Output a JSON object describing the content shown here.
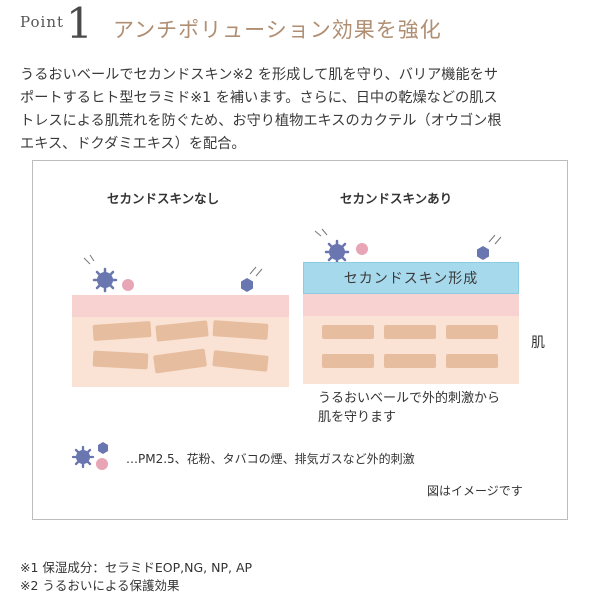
{
  "header": {
    "point_label": "Point",
    "point_number": "1",
    "title": "アンチポリューション効果を強化"
  },
  "intro_lines": [
    "うるおいベールでセカンドスキン※2 を形成して肌を守り、バリア機能をサ",
    "ポートするヒト型セラミド※1 を補います。さらに、日中の乾燥などの肌ス",
    "トレスによる肌荒れを防ぐため、お守り植物エキスのカクテル（オウゴン根",
    "エキス、ドクダミエキス）を配合。"
  ],
  "diagram": {
    "left_title": "セカンドスキンなし",
    "right_title": "セカンドスキンあり",
    "film_label": "セカンドスキン形成",
    "skin_label": "肌",
    "caption_line1": "うるおいベールで外的刺激から",
    "caption_line2": "肌を守ります",
    "legend_text": "…PM2.5、花粉、タバコの煙、排気ガスなど外的刺激",
    "note": "図はイメージです",
    "colors": {
      "pollutant_purple": "#7c86b8",
      "pollutant_blue": "#6a76b0",
      "pollutant_pink": "#e8a5b6",
      "skin_surface": "#f7d2d0",
      "skin_body": "#fae3d4",
      "cell": "#e7bd9f",
      "film": "#a7d9ec"
    }
  },
  "footnotes": [
    "※1 保湿成分：セラミドEOP,NG, NP, AP",
    "※2 うるおいによる保護効果"
  ]
}
